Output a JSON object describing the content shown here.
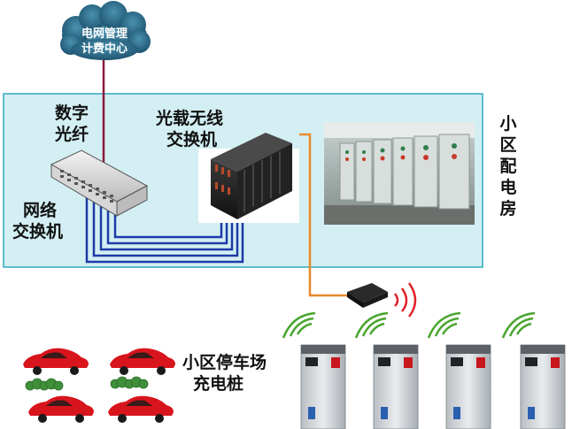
{
  "labels": {
    "cloud_line1": "电网管理",
    "cloud_line2": "计费中心",
    "fiber_line1": "数字",
    "fiber_line2": "光纤",
    "optical_switch_line1": "光载无线",
    "optical_switch_line2": "交换机",
    "network_switch_line1": "网络",
    "network_switch_line2": "交换机",
    "substation_chars": [
      "小",
      "区",
      "配",
      "电",
      "房"
    ],
    "parking_line1": "小区停车场",
    "parking_line2": "充电桩"
  },
  "colors": {
    "panel_fill": "#d3eff3",
    "panel_border": "#2fa9bd",
    "fiber_line": "#8b1a3a",
    "cable_blue": "#1e3aa8",
    "cable_orange": "#e58a2a",
    "cloud": "#2d6f8c",
    "car_red": "#d8141c",
    "wireless_green": "#49a62f"
  },
  "icons": {
    "cloud": "cloud-icon",
    "network_switch": "network-switch-icon",
    "optical_switch": "optical-switch-rack-icon",
    "substation_photo": "switchgear-room-photo",
    "wireless_node": "wireless-node-icon",
    "charger": "charging-pile-icon",
    "car": "red-sports-car-icon",
    "shrub": "shrub-icon"
  }
}
